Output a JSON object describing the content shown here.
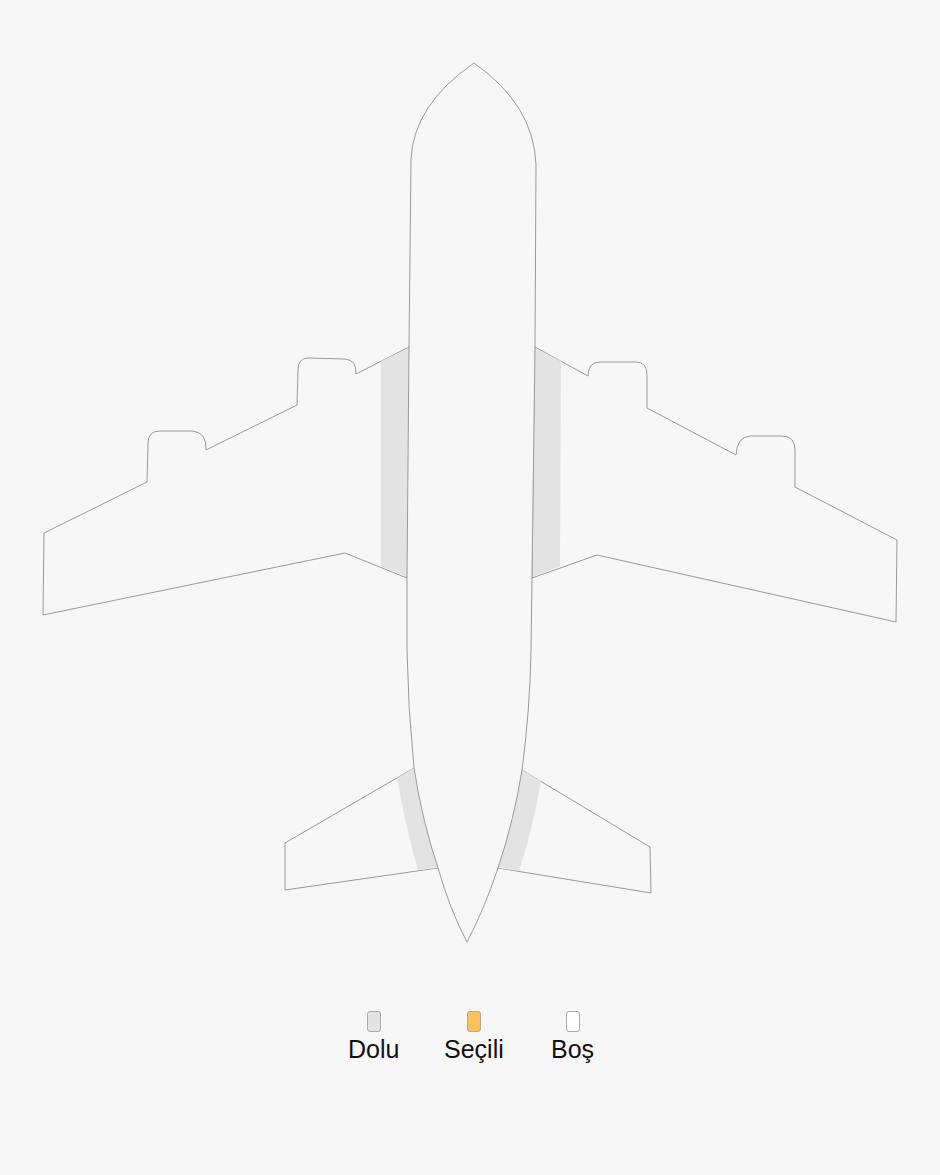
{
  "diagram": {
    "legend": [
      {
        "text": "Dolu",
        "color": "#e2e2e2"
      },
      {
        "text": "Seçili",
        "color": "#f8c35a"
      },
      {
        "text": "Boş",
        "color": "#ffffff"
      }
    ]
  }
}
